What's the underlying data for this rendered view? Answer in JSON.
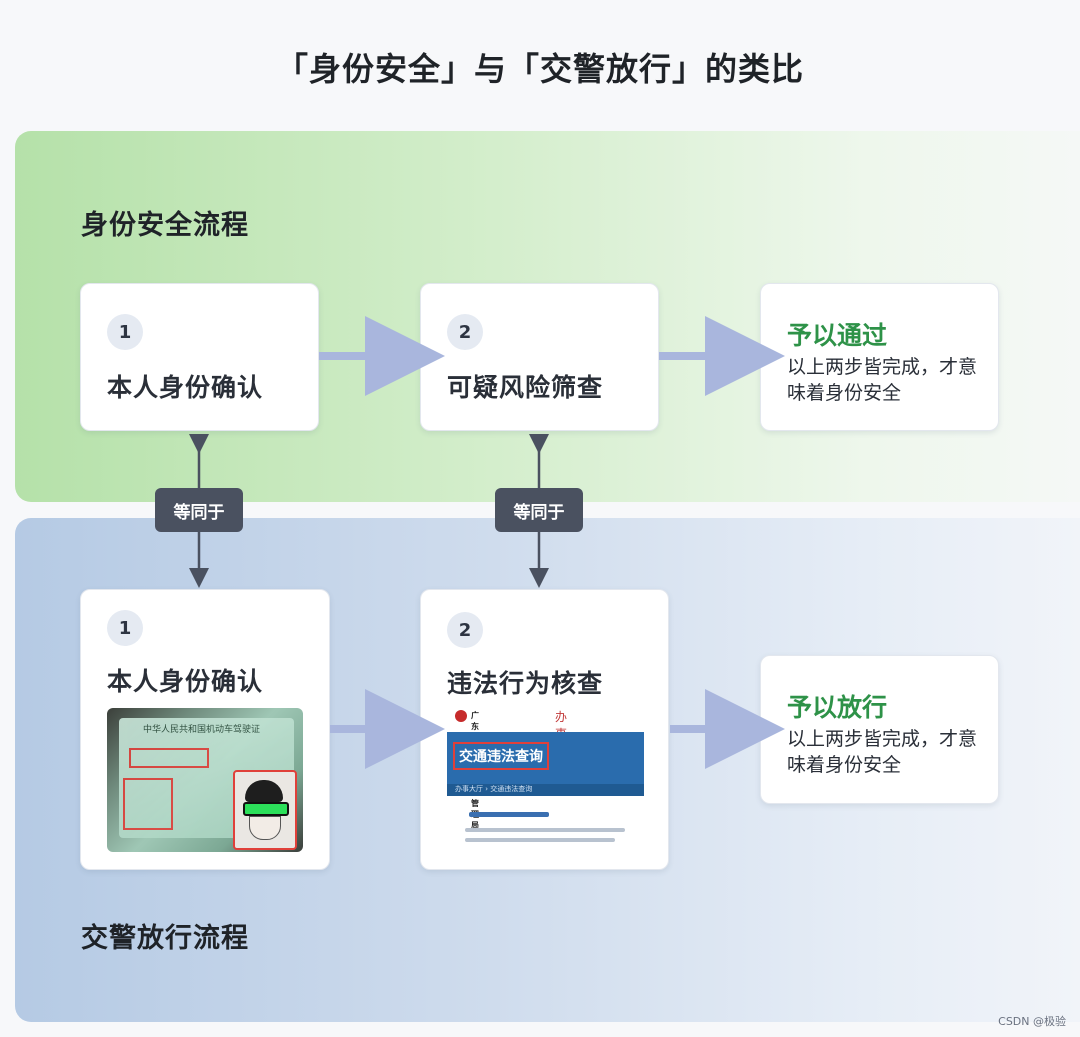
{
  "title": "「身份安全」与「交警放行」的类比",
  "identity_flow": {
    "section_title": "身份安全流程",
    "steps": [
      {
        "number": "1",
        "label": "本人身份确认"
      },
      {
        "number": "2",
        "label": "可疑风险筛查"
      }
    ],
    "result": {
      "title": "予以通过",
      "description": "以上两步皆完成，才意味着身份安全"
    }
  },
  "equivalence_label": "等同于",
  "traffic_flow": {
    "section_title": "交警放行流程",
    "steps": [
      {
        "number": "1",
        "label": "本人身份确认"
      },
      {
        "number": "2",
        "label": "违法行为核查"
      }
    ],
    "result": {
      "title": "予以放行",
      "description": "以上两步皆完成，才意味着身份安全"
    }
  },
  "screenshot_texts": {
    "license_header": "中华人民共和国机动车驾驶证",
    "website_name": "广东省公安厅交通管理局",
    "website_hall": "办事大厅",
    "banner": "交通违法查询",
    "nav": "办事大厅 › 交通违法查询"
  },
  "watermark": "CSDN @极验",
  "colors": {
    "result_green": "#2e9248",
    "arrow": "#a9b6dd",
    "badge_bg": "#4a5160"
  }
}
